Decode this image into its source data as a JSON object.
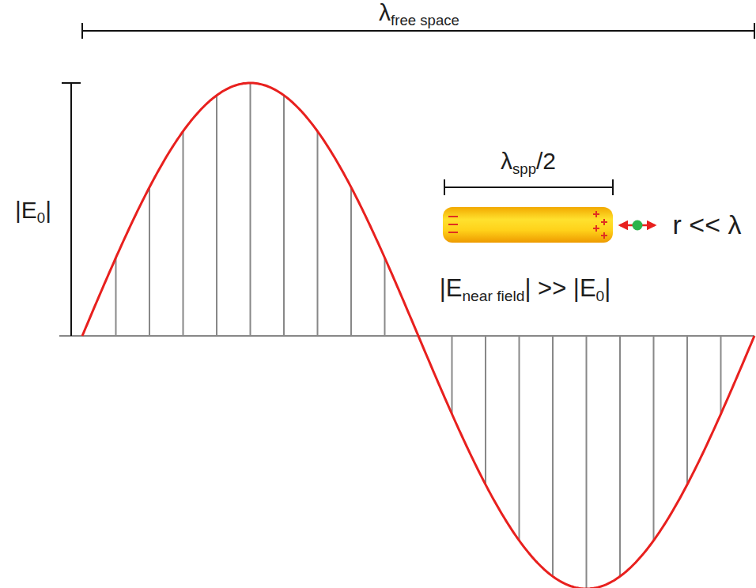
{
  "diagram": {
    "labels": [
      "λ",
      "free space",
      "|E",
      "0",
      "|",
      "λ",
      "spp",
      "/2",
      "r << λ",
      "|E",
      "near field",
      "| >> |E",
      "0",
      "|"
    ]
  }
}
